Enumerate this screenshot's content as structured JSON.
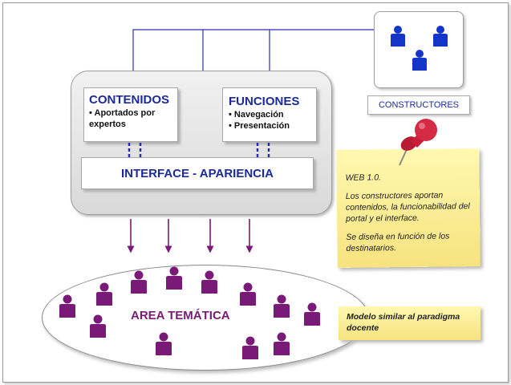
{
  "contenidos": {
    "title": "CONTENIDOS",
    "bullet_1_line_1": "• Aportados por",
    "bullet_1_line_2": "expertos"
  },
  "funciones": {
    "title": "FUNCIONES",
    "bullet_1": "• Navegación",
    "bullet_2": "• Presentación"
  },
  "interface_label": "INTERFACE - APARIENCIA",
  "constructors_label": "CONSTRUCTORES",
  "area_label": "AREA TEMÁTICA",
  "note_web": {
    "line_1": "WEB 1.0.",
    "line_2": "Los constructores aportan",
    "line_3": "contenidos, la funcionabilidad del",
    "line_4": "portal y el interface.",
    "line_5": "Se diseña en función de los",
    "line_6": "destinatarios."
  },
  "note_model": {
    "line_1": "Modelo similar al paradigma",
    "line_2": "docente"
  },
  "colors": {
    "blue": "#1c2a99",
    "purple": "#7a1a78",
    "sticky_note": "#fbee9a",
    "pin": "#c8203a"
  },
  "icons": {
    "person": "person-icon",
    "pin": "pushpin-icon"
  }
}
